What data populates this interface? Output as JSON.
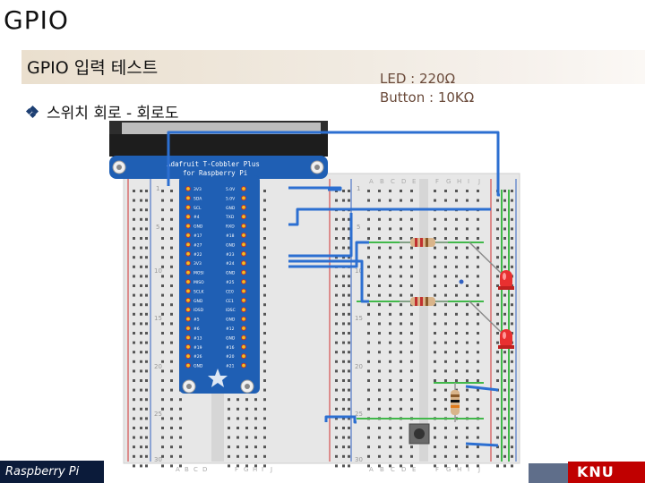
{
  "slide": {
    "title": "GPIO",
    "subtitle": "GPIO 입력 테스트",
    "bullet": "스위치 회로 - 회로도",
    "specs": [
      "LED : 220Ω",
      "Button : 10KΩ"
    ]
  },
  "board": {
    "cobbler_title_line1": "Adafruit T-Cobbler Plus",
    "cobbler_title_line2": "for Raspberry Pi",
    "column_letters_left": [
      "A",
      "B",
      "C",
      "D",
      "E"
    ],
    "column_letters_right": [
      "F",
      "G",
      "H",
      "I",
      "J"
    ],
    "row_numbers": [
      "1",
      "5",
      "10",
      "15",
      "20",
      "25",
      "30"
    ],
    "pin_labels_left": [
      "3V3",
      "SDA",
      "SCL",
      "#4",
      "GND",
      "#17",
      "#27",
      "#22",
      "3V3",
      "MOSI",
      "MISO",
      "SCLK",
      "GND",
      "IDSD",
      "#5",
      "#6",
      "#13",
      "#19",
      "#26",
      "GND"
    ],
    "pin_labels_right": [
      "5.0V",
      "5.0V",
      "GND",
      "TXD",
      "RXD",
      "#18",
      "GND",
      "#23",
      "#24",
      "GND",
      "#25",
      "CE0",
      "CE1",
      "IDSC",
      "GND",
      "#12",
      "GND",
      "#16",
      "#20",
      "#21"
    ]
  },
  "footer": {
    "label": "Raspberry Pi",
    "logo": "KNU"
  },
  "colors": {
    "cobbler_blue": "#1f5fb4",
    "wire_blue": "#2c6fd1",
    "led_red": "#e83030",
    "rail_red": "#d03030",
    "rail_blue": "#3060c0",
    "green_strip": "#41b84a"
  }
}
